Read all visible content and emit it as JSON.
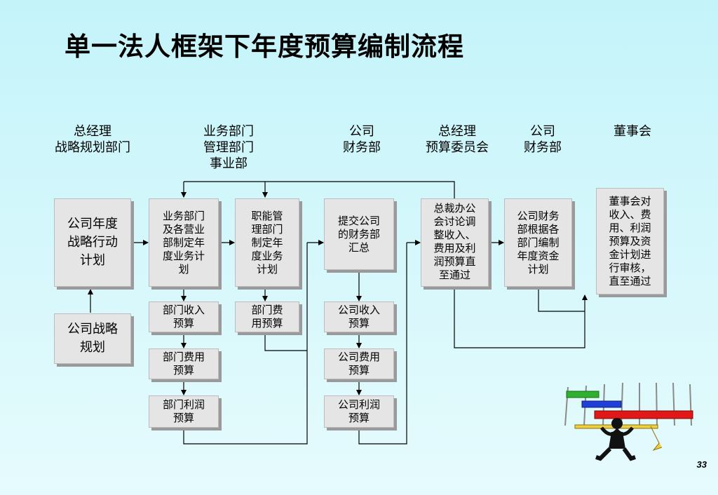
{
  "title": "单一法人框架下年度预算编制流程",
  "page_number": "33",
  "columns": [
    {
      "id": "c1",
      "lines": [
        "总经理",
        "战略规划部门"
      ]
    },
    {
      "id": "c2",
      "lines": [
        "业务部门",
        "管理部门",
        "事业部"
      ]
    },
    {
      "id": "c3",
      "lines": [
        "公司",
        "财务部"
      ]
    },
    {
      "id": "c4",
      "lines": [
        "总经理",
        "预算委员会"
      ]
    },
    {
      "id": "c5",
      "lines": [
        "公司",
        "财务部"
      ]
    },
    {
      "id": "c6",
      "lines": [
        "董事会"
      ]
    }
  ],
  "boxes": {
    "annual_plan": [
      "公司年度",
      "战略行动",
      "计划"
    ],
    "strategy": [
      "公司战略",
      "规划"
    ],
    "dept_plan": [
      "业务部门",
      "及各营业",
      "部制定年",
      "度业务计",
      "划"
    ],
    "func_plan": [
      "职能管",
      "理部门",
      "制定年",
      "度业务",
      "计划"
    ],
    "submit_finance": [
      "提交公司",
      "的财务部",
      "汇总"
    ],
    "ceo_office": [
      "总裁办公",
      "会讨论调",
      "整收入、",
      "费用及利",
      "润预算直",
      "至通过"
    ],
    "finance_capital": [
      "公司财务",
      "部根据各",
      "部门编制",
      "年度资金",
      "计划"
    ],
    "board_review": [
      "董事会对",
      "收入、费",
      "用、利润",
      "预算及资",
      "金计划进",
      "行审核，",
      "直至通过"
    ],
    "dept_income": [
      "部门收入",
      "预算"
    ],
    "func_expense": [
      "部门费",
      "用预算"
    ],
    "dept_expense": [
      "部门费用",
      "预算"
    ],
    "dept_profit": [
      "部门利润",
      "预算"
    ],
    "co_income": [
      "公司收入",
      "预算"
    ],
    "co_expense": [
      "公司费用",
      "预算"
    ],
    "co_profit": [
      "公司利润",
      "预算"
    ]
  },
  "clipart": {
    "icon": "person-lifting-bars-icon",
    "bar_colors": [
      "#2fb02f",
      "#1f3fd6",
      "#e01818"
    ]
  }
}
